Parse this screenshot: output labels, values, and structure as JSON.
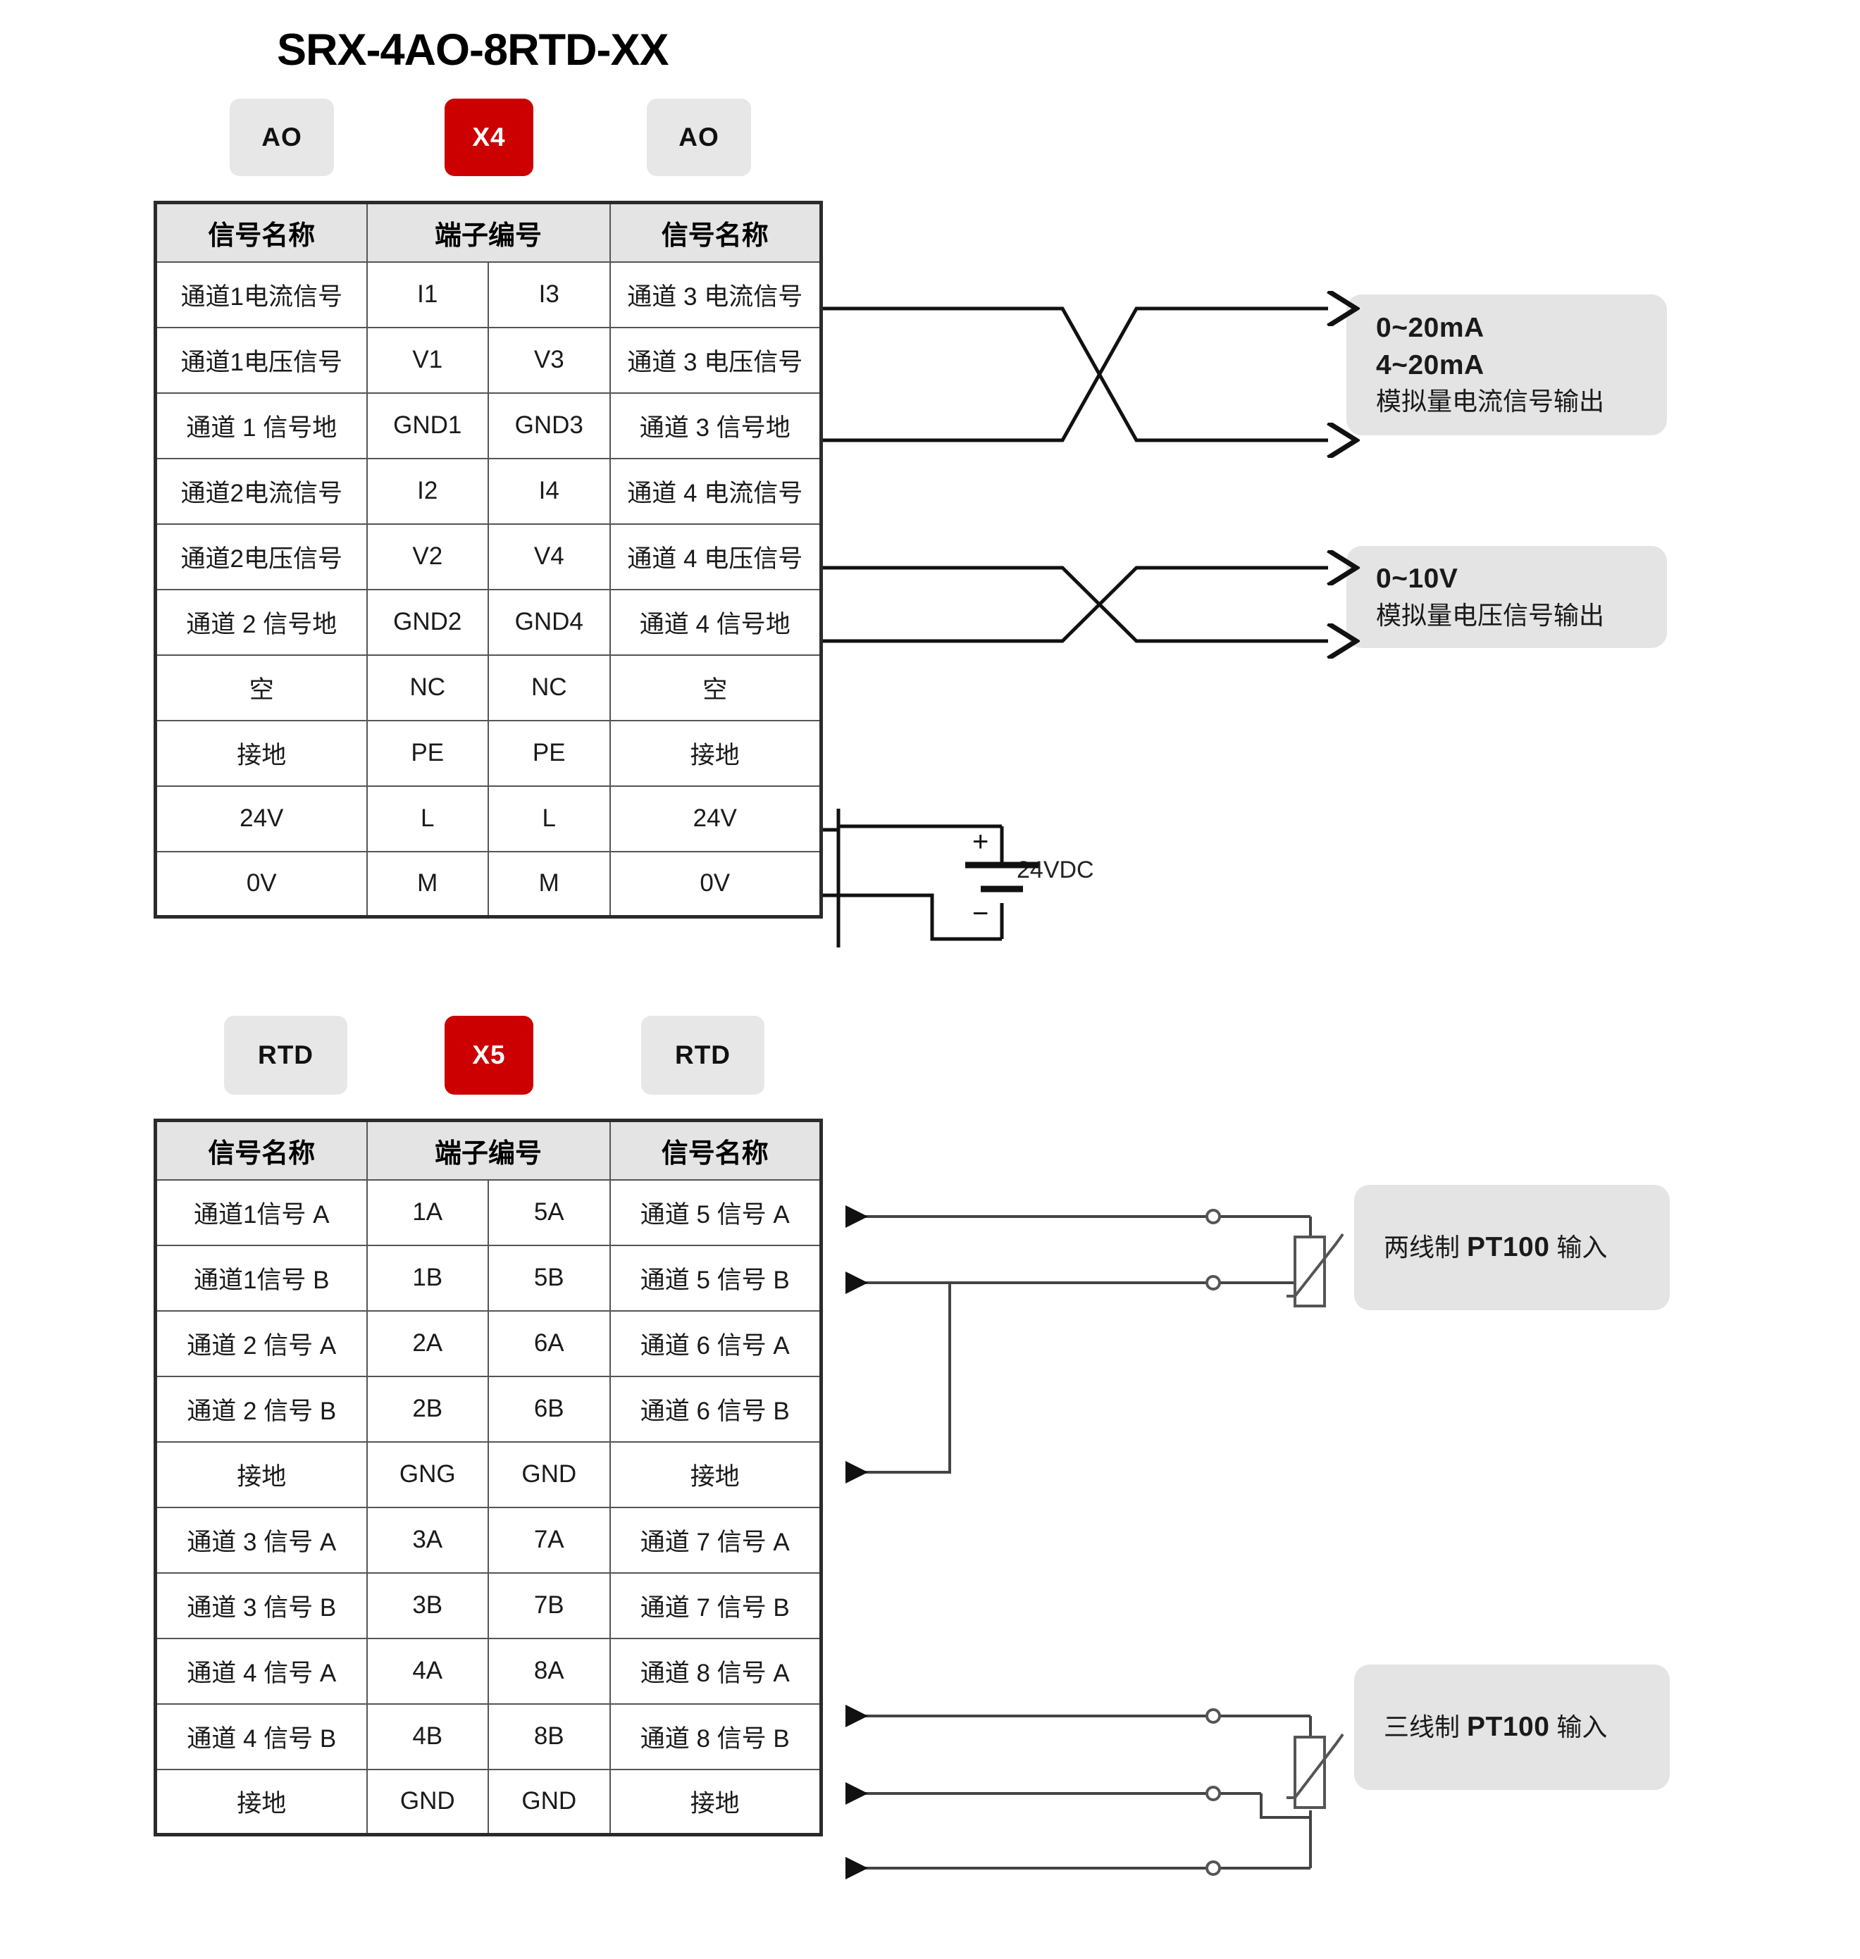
{
  "title": "SRX-4AO-8RTD-XX",
  "colors": {
    "badge_red": "#cc0000",
    "badge_grey": "#e7e7e7",
    "callout_bg": "#e4e4e4",
    "table_header_bg": "#e4e4e4",
    "border": "#2b2b2b"
  },
  "section_ao": {
    "badges": {
      "left": "AO",
      "center": "X4",
      "right": "AO"
    },
    "table": {
      "headers": [
        "信号名称",
        "端子编号",
        "信号名称"
      ],
      "rows": [
        {
          "left_name": "通道1电流信号",
          "left_term": "I1",
          "right_term": "I3",
          "right_name": "通道 3 电流信号"
        },
        {
          "left_name": "通道1电压信号",
          "left_term": "V1",
          "right_term": "V3",
          "right_name": "通道 3 电压信号"
        },
        {
          "left_name": "通道 1 信号地",
          "left_term": "GND1",
          "right_term": "GND3",
          "right_name": "通道 3 信号地"
        },
        {
          "left_name": "通道2电流信号",
          "left_term": "I2",
          "right_term": "I4",
          "right_name": "通道 4 电流信号"
        },
        {
          "left_name": "通道2电压信号",
          "left_term": "V2",
          "right_term": "V4",
          "right_name": "通道 4 电压信号"
        },
        {
          "left_name": "通道 2 信号地",
          "left_term": "GND2",
          "right_term": "GND4",
          "right_name": "通道 4 信号地"
        },
        {
          "left_name": "空",
          "left_term": "NC",
          "right_term": "NC",
          "right_name": "空"
        },
        {
          "left_name": "接地",
          "left_term": "PE",
          "right_term": "PE",
          "right_name": "接地"
        },
        {
          "left_name": "24V",
          "left_term": "L",
          "right_term": "L",
          "right_name": "24V"
        },
        {
          "left_name": "0V",
          "left_term": "M",
          "right_term": "M",
          "right_name": "0V"
        }
      ]
    },
    "callout_current": {
      "line1": "0~20mA",
      "line2": "4~20mA",
      "line3": "模拟量电流信号输出"
    },
    "callout_voltage": {
      "line1": "0~10V",
      "line2": "模拟量电压信号输出"
    },
    "power_label": "24VDC",
    "power_plus": "+",
    "power_minus": "-"
  },
  "section_rtd": {
    "badges": {
      "left": "RTD",
      "center": "X5",
      "right": "RTD"
    },
    "table": {
      "headers": [
        "信号名称",
        "端子编号",
        "信号名称"
      ],
      "rows": [
        {
          "left_name": "通道1信号 A",
          "left_term": "1A",
          "right_term": "5A",
          "right_name": "通道 5 信号 A"
        },
        {
          "left_name": "通道1信号 B",
          "left_term": "1B",
          "right_term": "5B",
          "right_name": "通道 5 信号 B"
        },
        {
          "left_name": "通道 2 信号 A",
          "left_term": "2A",
          "right_term": "6A",
          "right_name": "通道 6 信号 A"
        },
        {
          "left_name": "通道 2 信号 B",
          "left_term": "2B",
          "right_term": "6B",
          "right_name": "通道 6 信号 B"
        },
        {
          "left_name": "接地",
          "left_term": "GNG",
          "right_term": "GND",
          "right_name": "接地"
        },
        {
          "left_name": "通道 3 信号 A",
          "left_term": "3A",
          "right_term": "7A",
          "right_name": "通道 7 信号 A"
        },
        {
          "left_name": "通道 3 信号 B",
          "left_term": "3B",
          "right_term": "7B",
          "right_name": "通道 7 信号 B"
        },
        {
          "left_name": "通道 4 信号 A",
          "left_term": "4A",
          "right_term": "8A",
          "right_name": "通道 8 信号 A"
        },
        {
          "left_name": "通道 4 信号 B",
          "left_term": "4B",
          "right_term": "8B",
          "right_name": "通道 8 信号 B"
        },
        {
          "left_name": "接地",
          "left_term": "GND",
          "right_term": "GND",
          "right_name": "接地"
        }
      ]
    },
    "callout_two_wire": {
      "prefix": "两线制 ",
      "bold": "PT100",
      "suffix": " 输入"
    },
    "callout_three_wire": {
      "prefix": "三线制 ",
      "bold": "PT100",
      "suffix": " 输入"
    }
  }
}
